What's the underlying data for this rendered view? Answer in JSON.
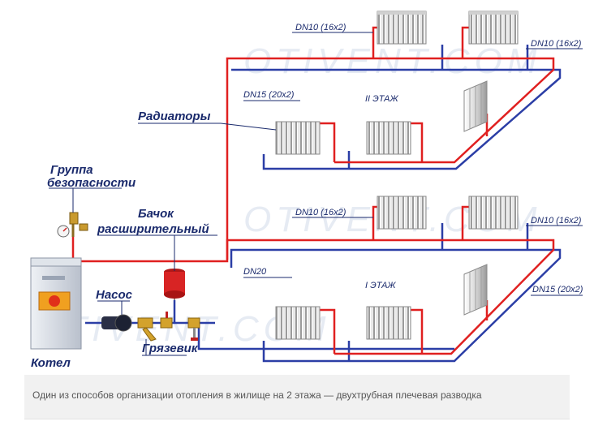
{
  "diagram": {
    "labels": {
      "dn10_upper_left": "DN10 (16x2)",
      "dn10_upper_right": "DN10 (16x2)",
      "dn15_upper": "DN15 (20x2)",
      "floor2": "II ЭТАЖ",
      "radiators": "Радиаторы",
      "safety_group_1": "Группа",
      "safety_group_2": "безопасности",
      "tank_1": "Бачок",
      "tank_2": "расширительный",
      "dn10_lower_left": "DN10 (16x2)",
      "dn10_lower_right": "DN10 (16x2)",
      "dn20": "DN20",
      "floor1": "I ЭТАЖ",
      "dn15_lower": "DN15 (20x2)",
      "pump": "Насос",
      "boiler": "Котел",
      "strainer": "Грязевик"
    },
    "watermarks": [
      "OTIVENT.COM",
      "OTIVENT.COM",
      "OTIVENT.COM"
    ],
    "colors": {
      "supply": "#e02020",
      "return": "#2b3ea6",
      "label": "#1a2a6c"
    }
  },
  "caption": "Один из способов организации отопления в жилище на 2 этажа — двухтрубная плечевая разводка"
}
